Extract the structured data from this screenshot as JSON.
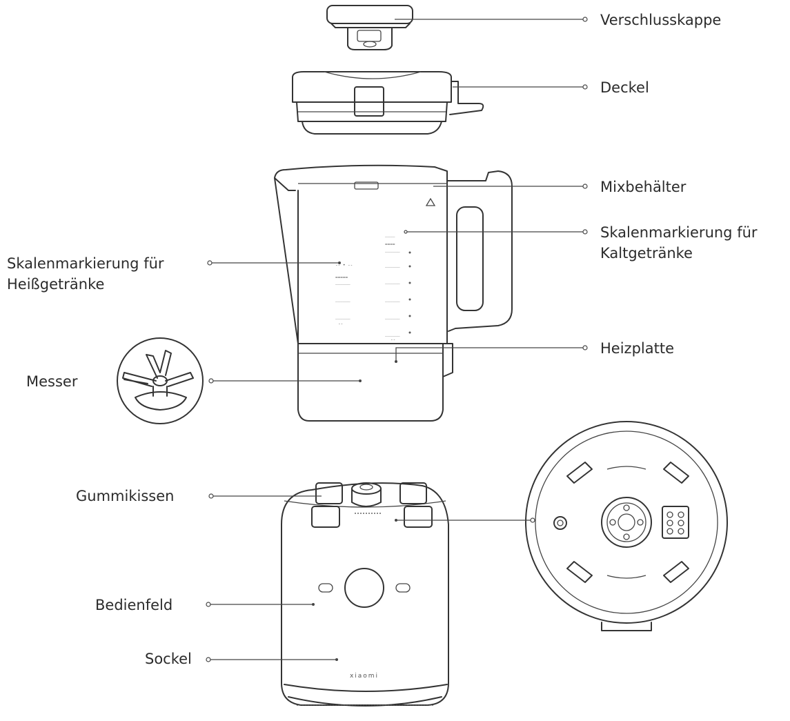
{
  "labels": {
    "verschlusskappe": "Verschlusskappe",
    "deckel": "Deckel",
    "mixbehaelter": "Mixbehälter",
    "skala_kalt_line1": "Skalenmarkierung für",
    "skala_kalt_line2": "Kaltgetränke",
    "skala_heiss_line1": "Skalenmarkierung für",
    "skala_heiss_line2": "Heißgetränke",
    "heizplatte": "Heizplatte",
    "messer": "Messer",
    "gummikissen": "Gummikissen",
    "bedienfeld": "Bedienfeld",
    "sockel": "Sockel"
  },
  "base_brand": "xiaomi"
}
